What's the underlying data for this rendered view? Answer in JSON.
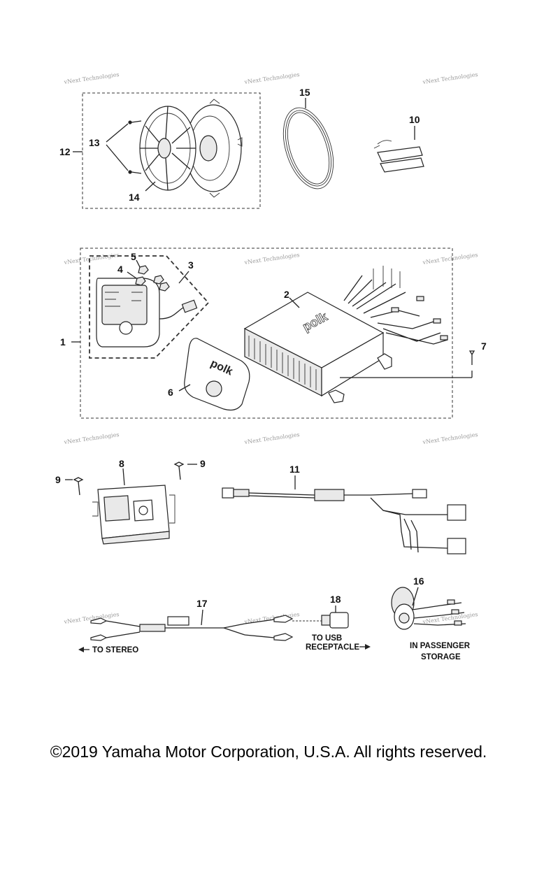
{
  "watermark": "vNext Technologies",
  "callouts": {
    "c1": "1",
    "c2": "2",
    "c3": "3",
    "c4": "4",
    "c5": "5",
    "c6": "6",
    "c7": "7",
    "c8": "8",
    "c9a": "9",
    "c9b": "9",
    "c10": "10",
    "c11": "11",
    "c12": "12",
    "c13": "13",
    "c14": "14",
    "c15": "15",
    "c16": "16",
    "c17": "17",
    "c18": "18"
  },
  "logo": "polk",
  "captions": {
    "to_stereo": "TO STEREO",
    "to_usb_line1": "TO USB",
    "to_usb_line2": "RECEPTACLE",
    "passenger_line1": "IN PASSENGER",
    "passenger_line2": "STORAGE"
  },
  "copyright": "©2019 Yamaha Motor Corporation, U.S.A. All rights reserved."
}
